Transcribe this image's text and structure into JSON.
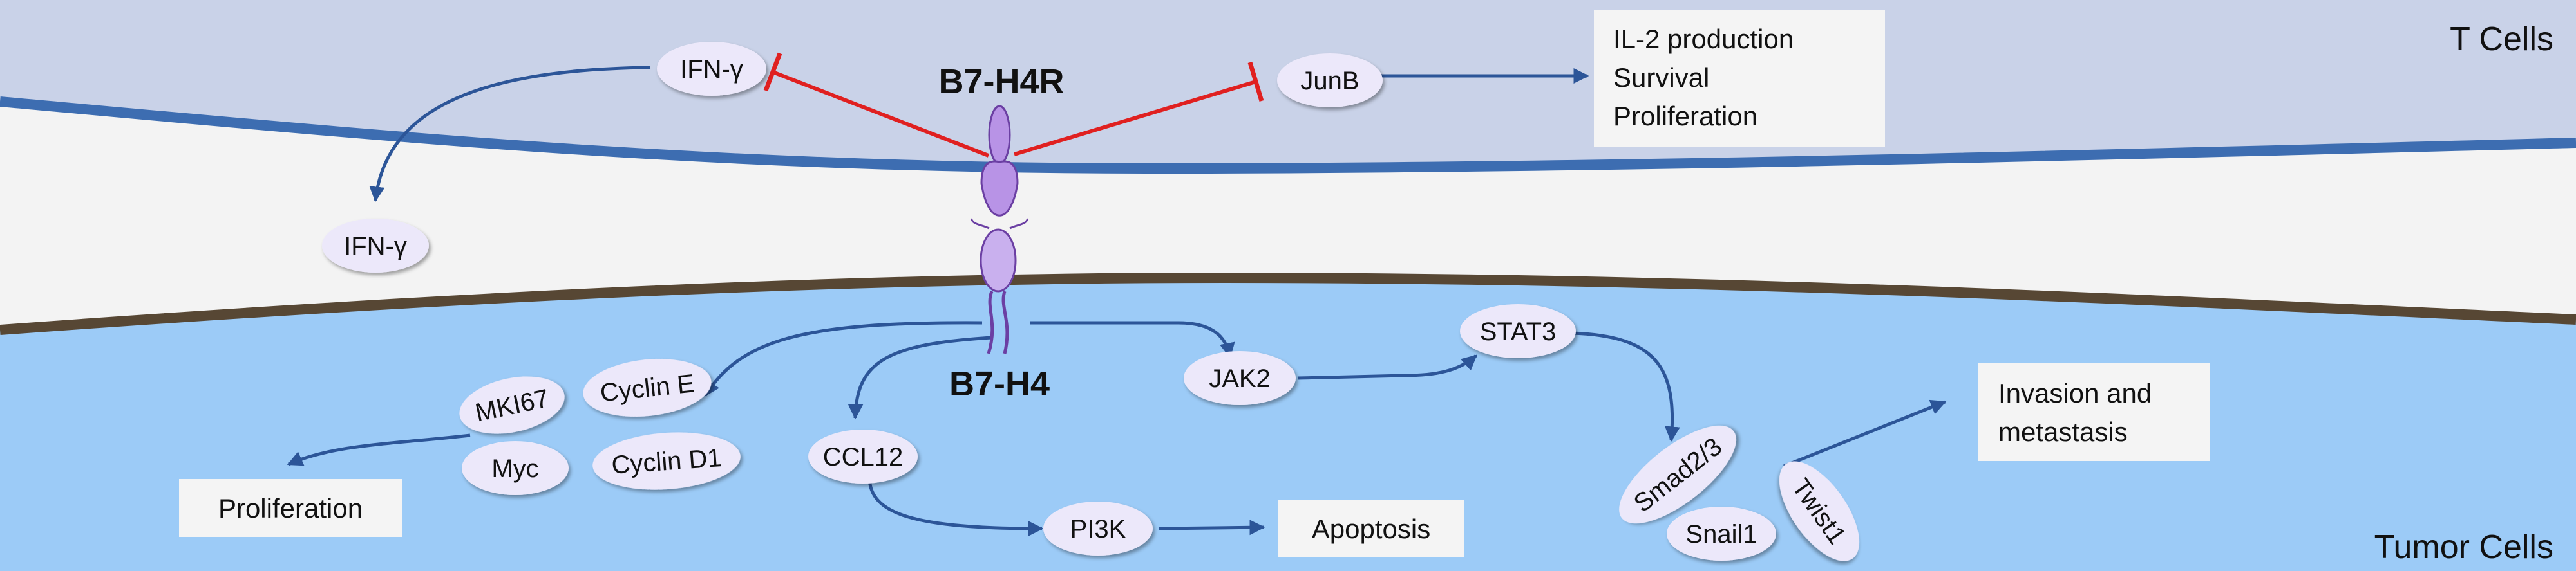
{
  "colors": {
    "t_cell_region": "#c9d2e8",
    "tumor_region": "#9ccbf7",
    "gap_region": "#f3f3f3",
    "t_cell_membrane": "#3d6db1",
    "tumor_membrane": "#574734",
    "activation_arrow": "#2c5598",
    "inhibition": "#e02020",
    "node_fill": "#ece8fa",
    "outcome_box": "#f4f4f4",
    "receptor": "#b893e6",
    "receptor_stroke": "#6b3fa3"
  },
  "regions": {
    "t_cells": "T Cells",
    "tumor_cells": "Tumor Cells"
  },
  "receptors": {
    "b7h4r": "B7-H4R",
    "b7h4": "B7-H4"
  },
  "nodes": {
    "ifn_gamma_top": "IFN-γ",
    "ifn_gamma_released": "IFN-γ",
    "junb": "JunB",
    "mki67": "MKI67",
    "cyclin_e": "Cyclin E",
    "myc": "Myc",
    "cyclin_d1": "Cyclin D1",
    "ccl12": "CCL12",
    "pi3k": "PI3K",
    "jak2": "JAK2",
    "stat3": "STAT3",
    "smad23": "Smad2/3",
    "snail1": "Snail1",
    "twist1": "Twist1"
  },
  "outcomes": {
    "t_cell_effects": [
      "IL-2 production",
      "Survival",
      "Proliferation"
    ],
    "proliferation": "Proliferation",
    "apoptosis": "Apoptosis",
    "invasion": [
      "Invasion and",
      "metastasis"
    ]
  }
}
